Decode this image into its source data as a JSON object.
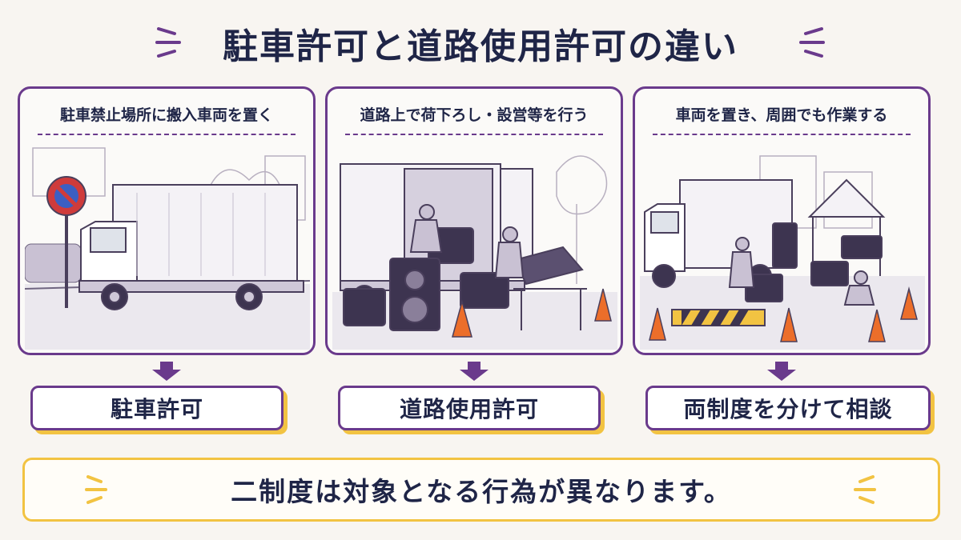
{
  "title": "駐車許可と道路使用許可の違い",
  "panels": [
    {
      "caption": "駐車禁止場所に搬入車両を置く",
      "icon": "parked-truck-no-parking-illustration"
    },
    {
      "caption": "道路上で荷下ろし・設営等を行う",
      "icon": "unloading-equipment-illustration"
    },
    {
      "caption": "車両を置き、周囲でも作業する",
      "icon": "truck-and-roadwork-illustration"
    }
  ],
  "results": [
    "駐車許可",
    "道路使用許可",
    "両制度を分けて相談"
  ],
  "footer": "二制度は対象となる行為が異なります。",
  "colors": {
    "accent": "#6a3a8c",
    "highlight": "#f2c342",
    "text": "#1f2547",
    "background": "#f8f5f1"
  }
}
